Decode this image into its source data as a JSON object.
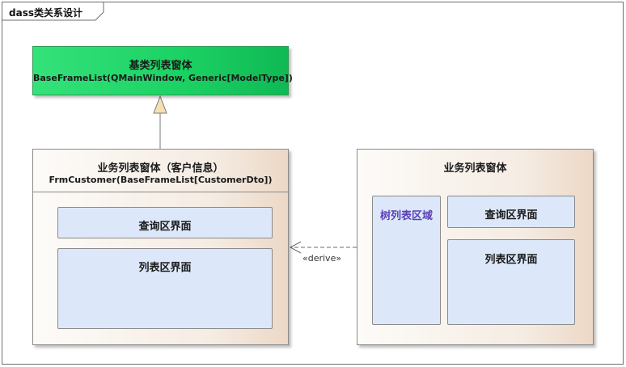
{
  "frame": {
    "title": "dass类关系设计"
  },
  "base_class": {
    "name_cn": "基类列表窗体",
    "name_en": "BaseFrameList(QMainWindow, Generic[ModelType])",
    "fill": "#1bd163"
  },
  "customer_form": {
    "name_cn": "业务列表窗体（客户信息）",
    "name_en": "FrmCustomer(BaseFrameList[CustomerDto])",
    "query_area": "查询区界面",
    "list_area": "列表区界面"
  },
  "business_form": {
    "name_cn": "业务列表窗体",
    "tree_area": "树列表区域",
    "query_area": "查询区界面",
    "list_area": "列表区界面"
  },
  "relations": {
    "derive_label": "«derive»"
  },
  "colors": {
    "inner_fill": "#dce8f9",
    "tree_text": "#5a3fb8",
    "box_gradient_end": "#ecd8c6"
  }
}
